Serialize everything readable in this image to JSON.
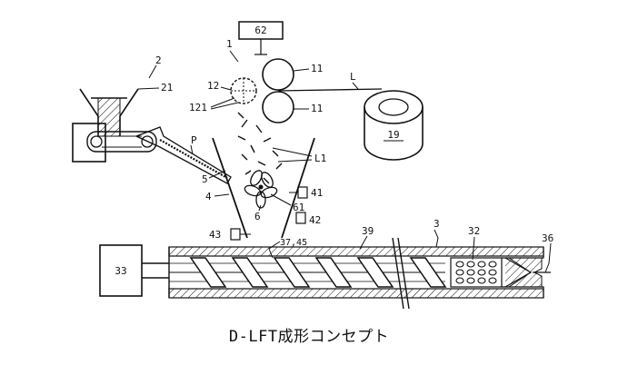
{
  "caption": "D-LFT成形コンセプト",
  "labels": {
    "l62": "62",
    "l1": "1",
    "l11a": "11",
    "l11b": "11",
    "l12": "12",
    "l121": "121",
    "lL": "L",
    "l19": "19",
    "l2": "2",
    "l21": "21",
    "lP": "P",
    "lL1": "L1",
    "l5": "5",
    "l4": "4",
    "l41": "41",
    "l61": "61",
    "l6": "6",
    "l42": "42",
    "l43": "43",
    "l3745": "37,45",
    "l39": "39",
    "l3": "3",
    "l32": "32",
    "l36": "36",
    "l33": "33"
  }
}
